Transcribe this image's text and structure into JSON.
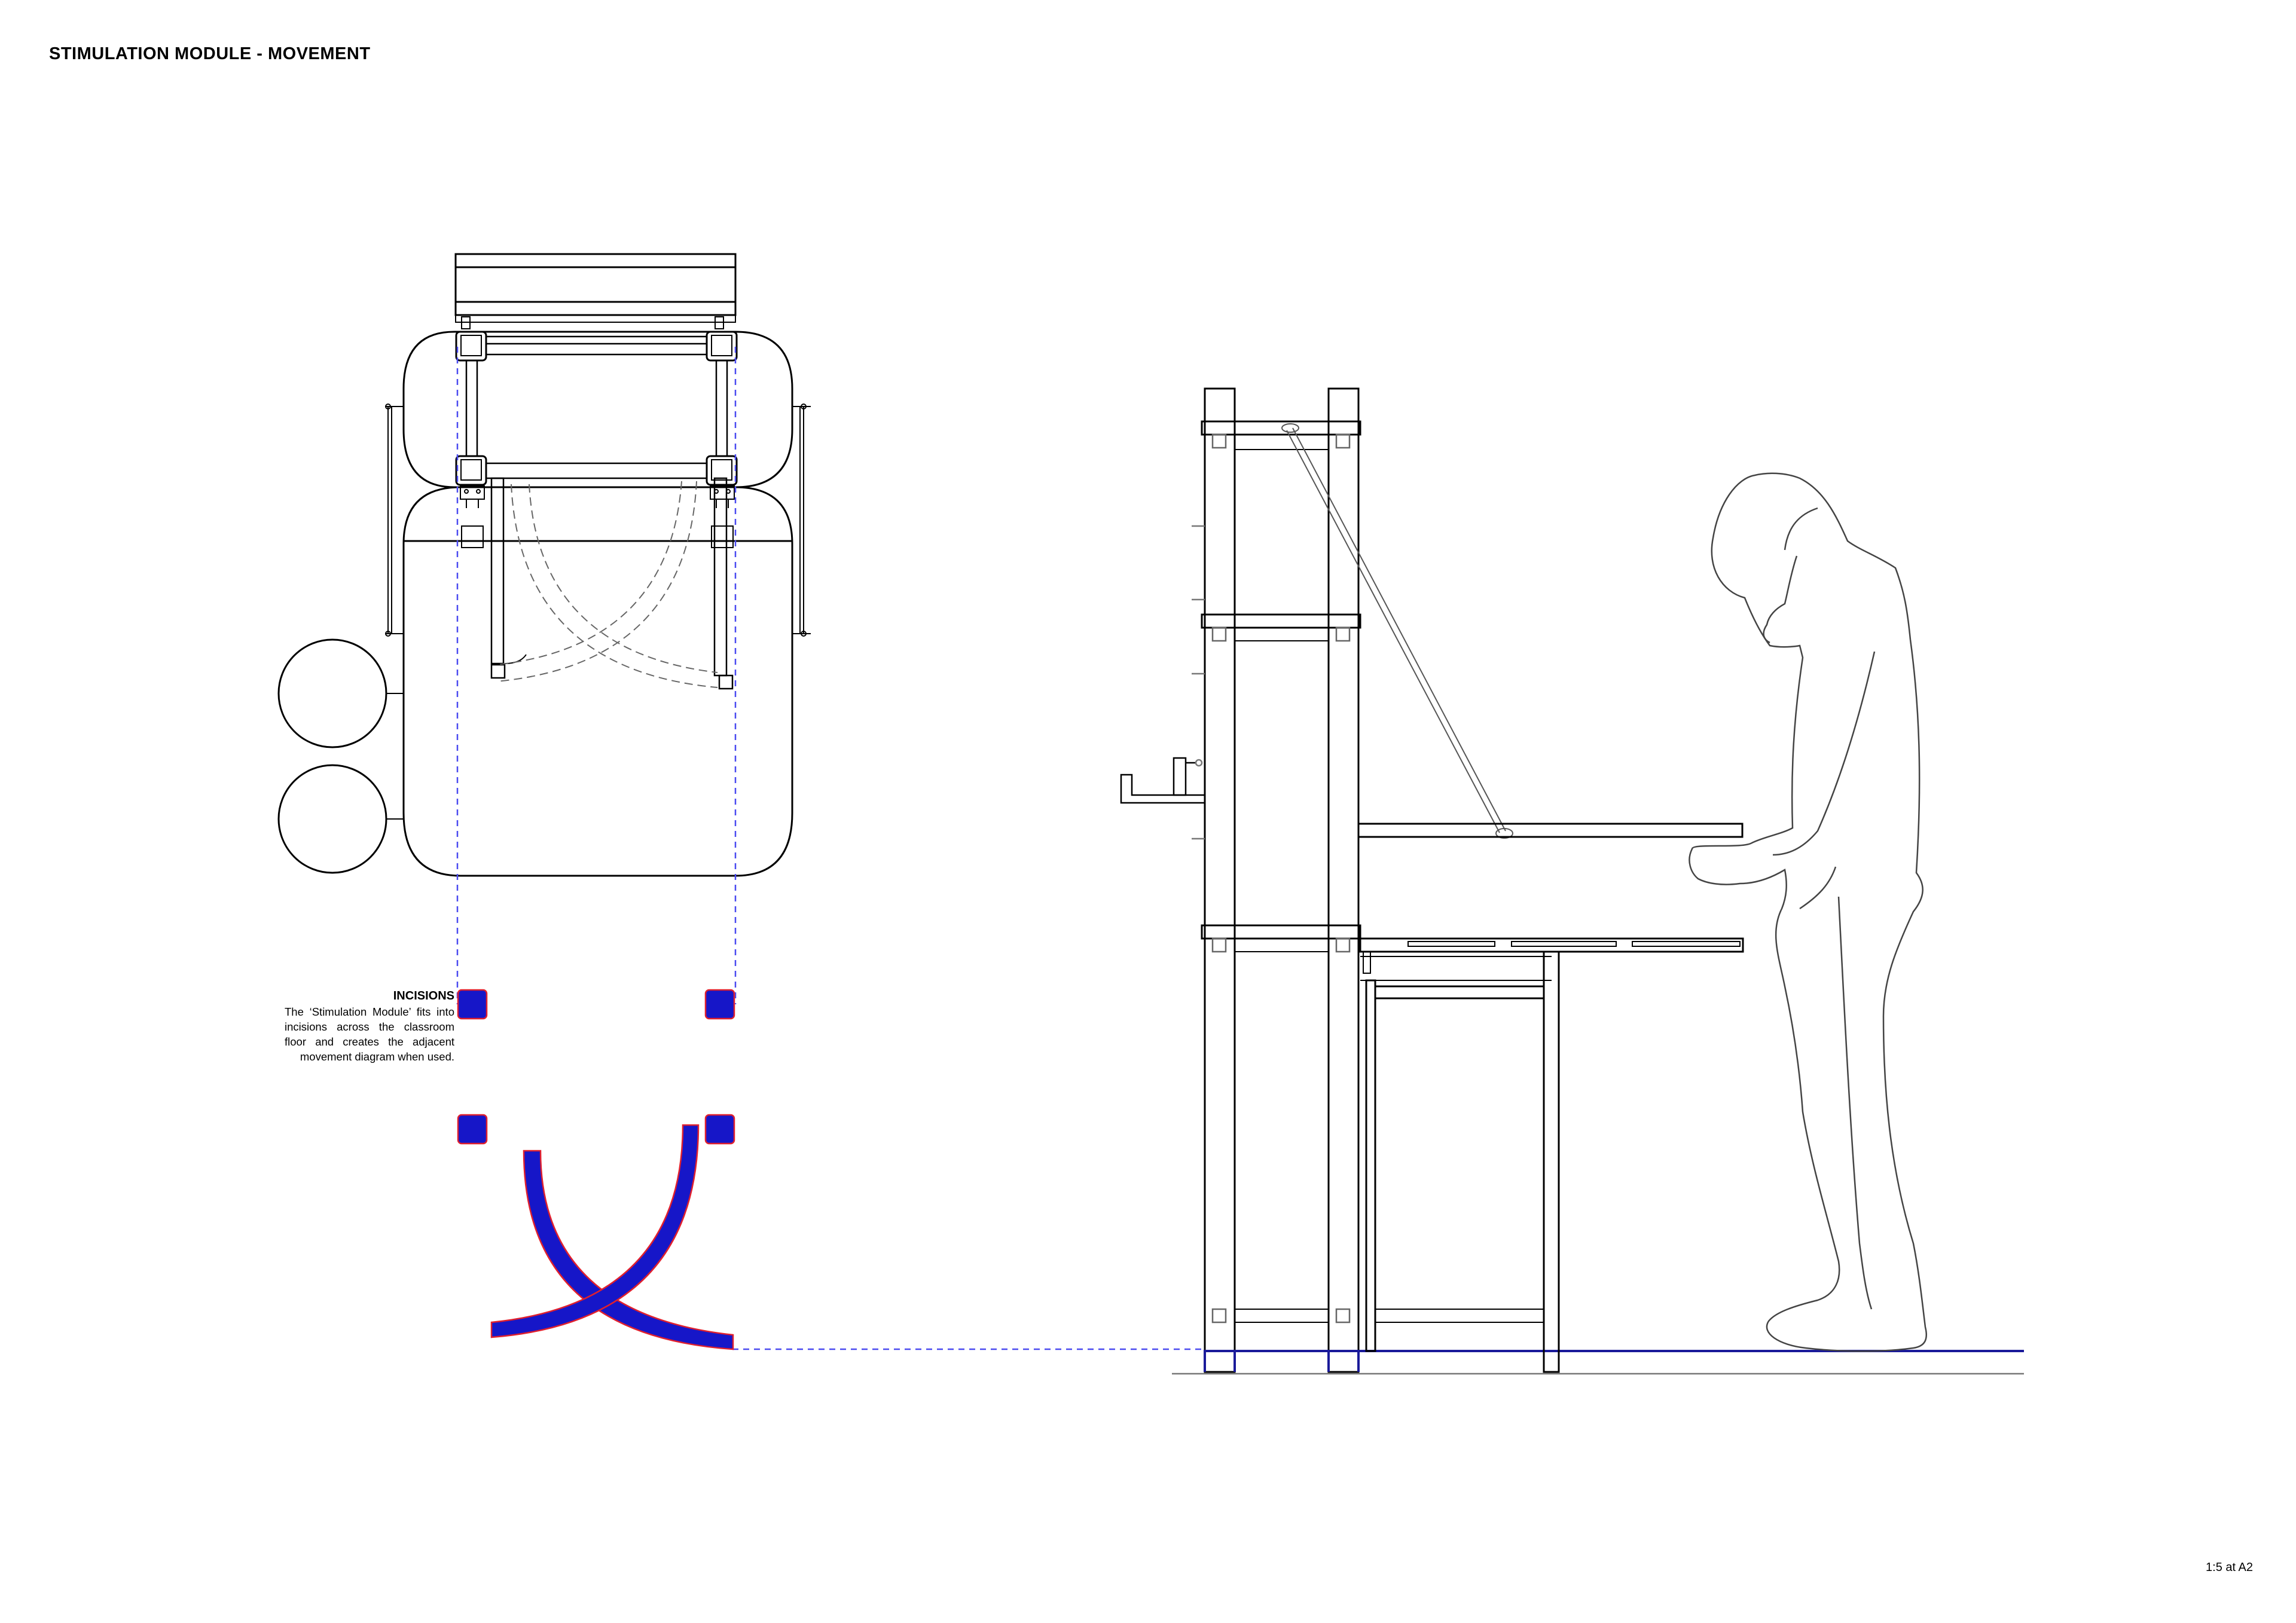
{
  "title": "STIMULATION MODULE - MOVEMENT",
  "incisions": {
    "heading": "INCISIONS",
    "body": "The ‘Stimulation Module’ fits into incisions across the classroom floor and creates the adjacent movement diagram when used."
  },
  "scale_note": "1:5 at A2",
  "colors": {
    "line": "#000000",
    "fine_line": "#555555",
    "dashed_guide": "#4a4af0",
    "incision_fill": "#1616c8",
    "incision_outline": "#e0202e",
    "floor_line": "#1a1a9a"
  }
}
